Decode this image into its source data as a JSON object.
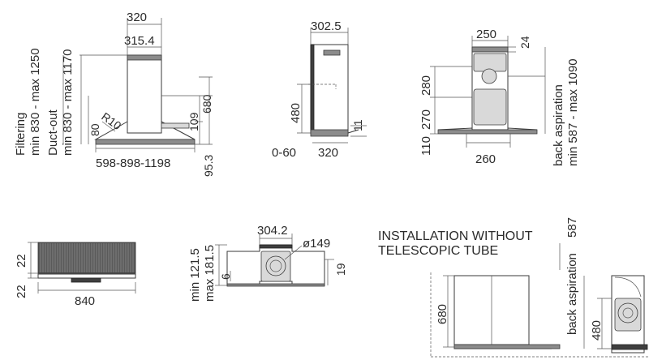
{
  "front_view": {
    "filtering_label": "Filtering",
    "filtering_range": "min 830 - max 1250",
    "ductout_label": "Duct-out",
    "ductout_range": "min 830 - max 1170",
    "chimney_outer": "320",
    "chimney_inner": "315.4",
    "radius": "R10",
    "dim_80": "80",
    "dim_109": "109",
    "dim_680": "680",
    "dim_95_3": "95.3",
    "widths": "598-898-1198"
  },
  "side_view": {
    "depth_top": "302.5",
    "dim_480": "480",
    "dim_11": "11",
    "dim_0_60": "0-60",
    "depth_bottom": "320"
  },
  "back_view": {
    "top_width": "250",
    "dim_24": "24",
    "dim_280": "280",
    "dim_270": "270",
    "dim_110": "110",
    "bottom_width": "260",
    "back_aspiration_label": "back aspiration",
    "back_aspiration_range": "min 587 - max 1090"
  },
  "plan_view": {
    "dim_22_top": "22",
    "dim_22_bottom": "22",
    "width": "840"
  },
  "top_view": {
    "width": "304.2",
    "diameter": "ø149",
    "dim_6": "6",
    "dim_19": "19",
    "min_label": "min 121.5",
    "max_label": "max 181.5"
  },
  "install_view": {
    "title_line1": "INSTALLATION WITHOUT",
    "title_line2": "TELESCOPIC TUBE",
    "dim_587": "587",
    "dim_680": "680",
    "back_aspiration_label": "back aspiration",
    "dim_480": "480"
  }
}
